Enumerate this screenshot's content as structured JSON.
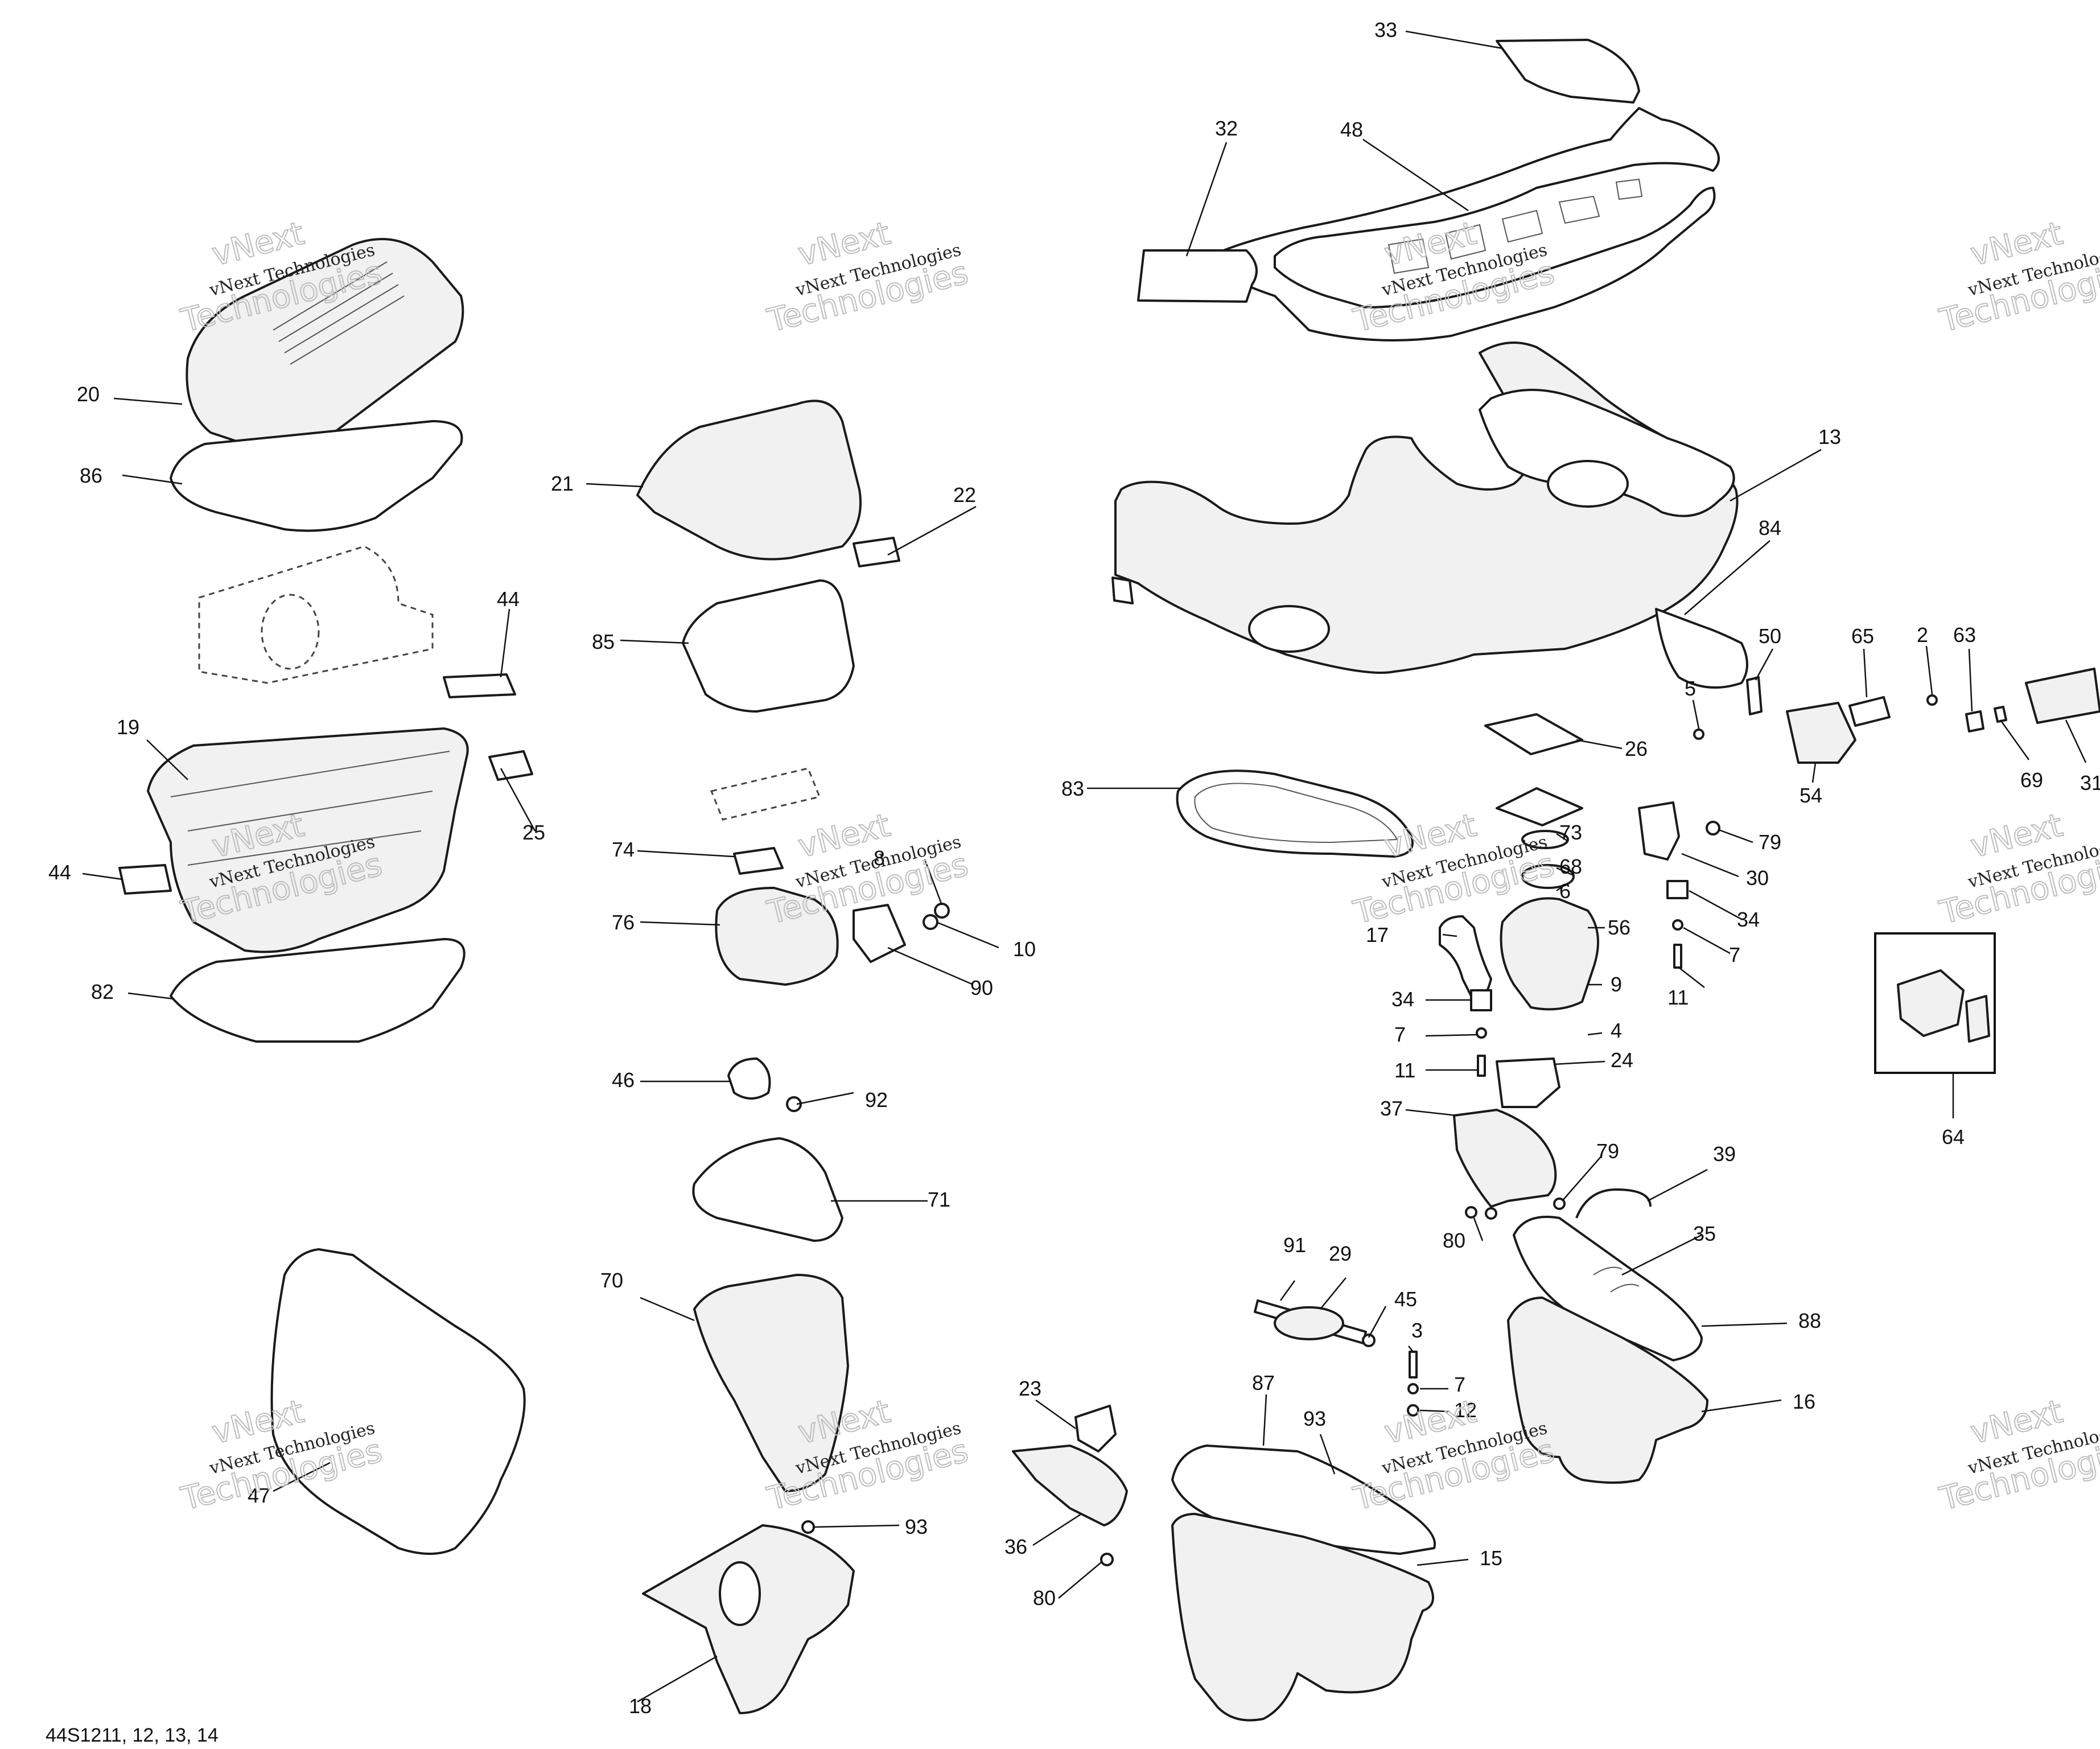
{
  "diagram": {
    "labels": {
      "l33": "33",
      "l32": "32",
      "l48": "48",
      "l13": "13",
      "l84": "84",
      "l20": "20",
      "l86": "86",
      "l21": "21",
      "l22": "22",
      "l85": "85",
      "l44a": "44",
      "l19": "19",
      "l25": "25",
      "l44b": "44",
      "l82": "82",
      "l74": "74",
      "l76": "76",
      "l8": "8",
      "l10": "10",
      "l90": "90",
      "l46": "46",
      "l92": "92",
      "l71": "71",
      "l70": "70",
      "l47": "47",
      "l93a": "93",
      "l18": "18",
      "l83": "83",
      "l26": "26",
      "l73": "73",
      "l68": "68",
      "l6": "6",
      "l56": "56",
      "l17": "17",
      "l9": "9",
      "l34a": "34",
      "l7a": "7",
      "l4": "4",
      "l11a": "11",
      "l24": "24",
      "l37": "37",
      "l79a": "79",
      "l39": "39",
      "l80a": "80",
      "l35": "35",
      "l88": "88",
      "l16": "16",
      "l91": "91",
      "l29": "29",
      "l45": "45",
      "l3": "3",
      "l7c": "7",
      "l12": "12",
      "l87": "87",
      "l93b": "93",
      "l23": "23",
      "l36": "36",
      "l80b": "80",
      "l15": "15",
      "l2": "2",
      "l63": "63",
      "l50": "50",
      "l65": "65",
      "l5": "5",
      "l54": "54",
      "l69": "69",
      "l31": "31",
      "l79b": "79",
      "l30": "30",
      "l34b": "34",
      "l7b": "7",
      "l11b": "11",
      "l64": "64"
    },
    "caption": "44S1211, 12, 13, 14",
    "watermark": {
      "line1": "vNext",
      "line2": "vNext Technologies",
      "line3": "Technologies"
    }
  }
}
